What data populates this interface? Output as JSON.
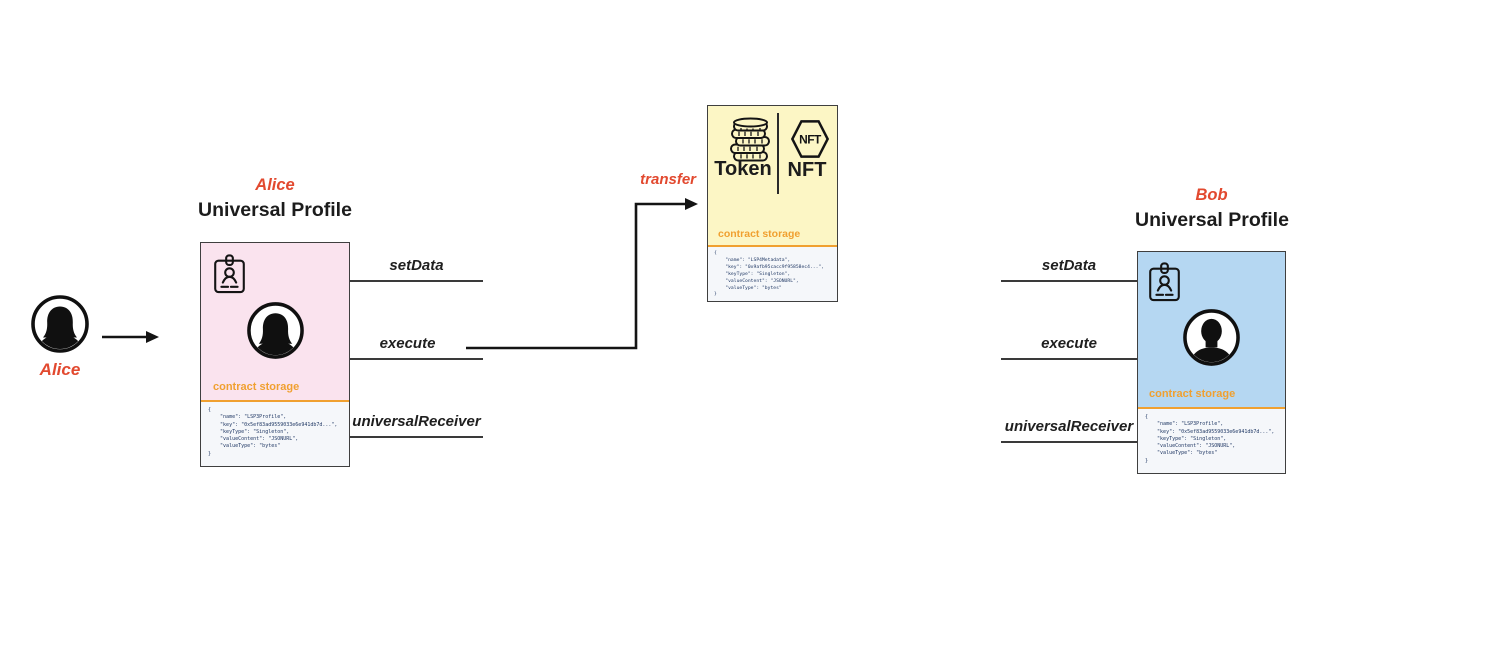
{
  "colors": {
    "accent_red": "#E2492F",
    "accent_orange": "#F0A030",
    "alice_card_bg": "#FAE3EE",
    "token_card_bg": "#FCF6C5",
    "bob_card_bg": "#B5D7F2",
    "code_text": "#203864"
  },
  "actor": {
    "label": "Alice"
  },
  "alice_profile": {
    "owner": "Alice",
    "title": "Universal Profile",
    "storage_label": "contract storage",
    "methods": {
      "set_data": "setData",
      "execute": "execute",
      "universal_receiver": "universalReceiver"
    },
    "code_lines": [
      "{",
      "    \"name\": \"LSP3Profile\",",
      "    \"key\": \"0x5ef83ad9559033e6e941db7d...\",",
      "    \"keyType\": \"Singleton\",",
      "    \"valueContent\": \"JSONURL\",",
      "    \"valueType\": \"bytes\"",
      "}"
    ]
  },
  "transfer": {
    "label": "transfer"
  },
  "token_contract": {
    "token_label": "Token",
    "nft_label": "NFT",
    "nft_icon_text": "NFT",
    "storage_label": "contract storage",
    "code_lines": [
      "{",
      "    \"name\": \"LSP4Metadata\",",
      "    \"key\": \"0x9afb95cacc9f95858ec4...\",",
      "    \"keyType\": \"Singleton\",",
      "    \"valueContent\": \"JSONURL\",",
      "    \"valueType\": \"bytes\"",
      "}"
    ]
  },
  "bob_profile": {
    "owner": "Bob",
    "title": "Universal Profile",
    "storage_label": "contract storage",
    "methods": {
      "set_data": "setData",
      "execute": "execute",
      "universal_receiver": "universalReceiver"
    },
    "code_lines": [
      "{",
      "    \"name\": \"LSP3Profile\",",
      "    \"key\": \"0x5ef83ad9559033e6e941db7d...\",",
      "    \"keyType\": \"Singleton\",",
      "    \"valueContent\": \"JSONURL\",",
      "    \"valueType\": \"bytes\"",
      "}"
    ]
  }
}
